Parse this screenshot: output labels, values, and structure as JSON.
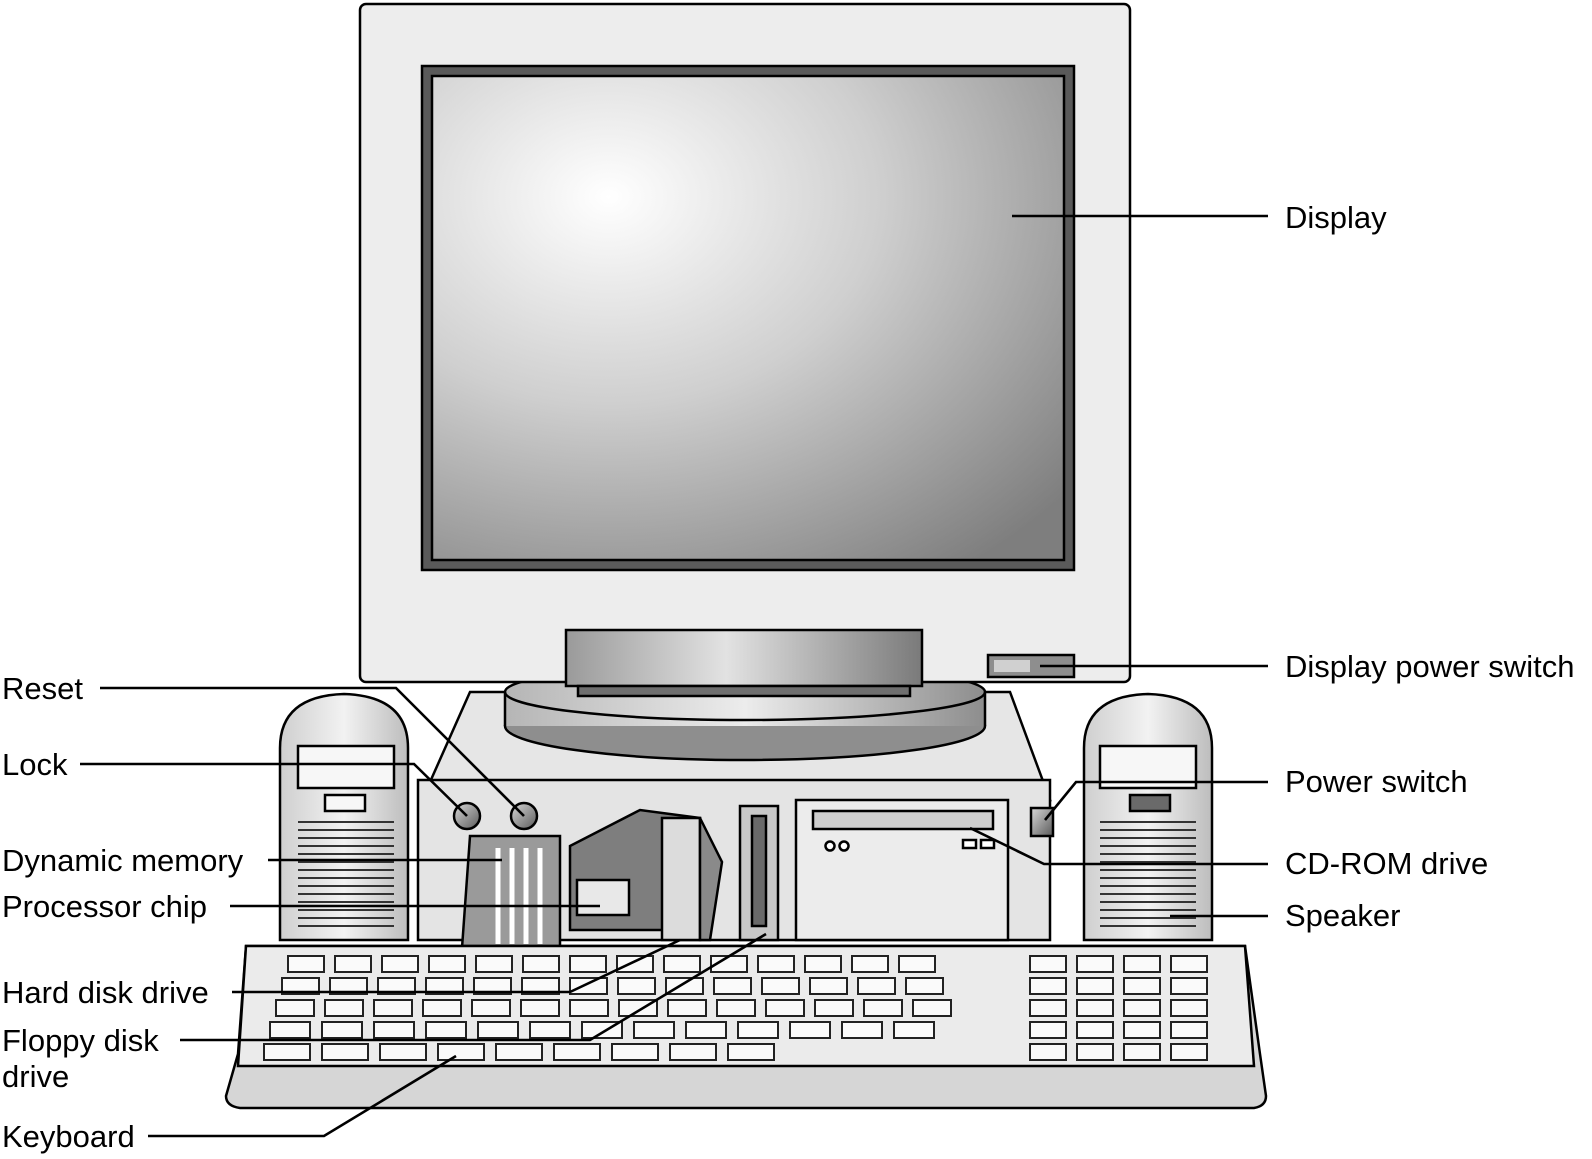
{
  "labels": {
    "display": "Display",
    "display_power_switch": "Display power switch",
    "power_switch": "Power switch",
    "cd_rom_drive": "CD-ROM drive",
    "speaker": "Speaker",
    "reset": "Reset",
    "lock": "Lock",
    "dynamic_memory": "Dynamic memory",
    "processor_chip": "Processor chip",
    "hard_disk_drive": "Hard disk drive",
    "floppy_disk_drive_line1": "Floppy disk",
    "floppy_disk_drive_line2": "drive",
    "keyboard": "Keyboard"
  }
}
